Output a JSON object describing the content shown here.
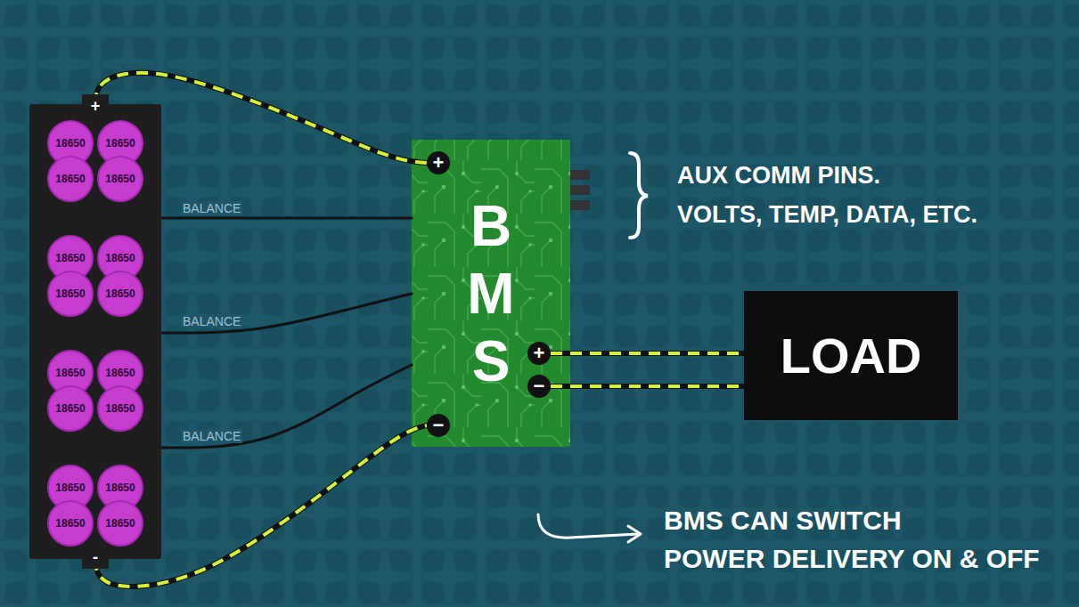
{
  "diagram": {
    "nodes": [
      {
        "text": [
          "+",
          "-"
        ]
      },
      {
        "text": [
          "18650"
        ],
        "in": 0
      },
      {
        "text": [
          "18650"
        ],
        "in": 0
      },
      {
        "text": [
          "18650"
        ],
        "in": 0
      },
      {
        "text": [
          "18650"
        ],
        "in": 0
      },
      {
        "text": [
          "18650"
        ],
        "in": 0
      },
      {
        "text": [
          "18650"
        ],
        "in": 0
      },
      {
        "text": [
          "18650"
        ],
        "in": 0
      },
      {
        "text": [
          "18650"
        ],
        "in": 0
      },
      {
        "text": [
          "18650"
        ],
        "in": 0
      },
      {
        "text": [
          "18650"
        ],
        "in": 0
      },
      {
        "text": [
          "18650"
        ],
        "in": 0
      },
      {
        "text": [
          "18650"
        ],
        "in": 0
      },
      {
        "text": [
          "18650"
        ],
        "in": 0
      },
      {
        "text": [
          "18650"
        ],
        "in": 0
      },
      {
        "text": [
          "18650"
        ],
        "in": 0
      },
      {
        "text": [
          "18650"
        ],
        "in": 0
      },
      {
        "text": [
          "B M S"
        ]
      },
      {
        "text": [
          "+"
        ],
        "in": 17
      },
      {
        "text": [
          "+"
        ],
        "in": 17
      },
      {
        "text": [
          "−"
        ],
        "in": 17
      },
      {
        "text": [
          "−"
        ],
        "in": 17
      },
      {
        "text": [
          "LOAD"
        ]
      }
    ],
    "edges": [
      {
        "from": 0,
        "to": 18,
        "arrow": "none"
      },
      {
        "from": 0,
        "to": 17,
        "label": "BALANCE",
        "arrow": "none"
      },
      {
        "from": 0,
        "to": 17,
        "label": "BALANCE",
        "arrow": "none"
      },
      {
        "from": 0,
        "to": 17,
        "label": "BALANCE",
        "arrow": "none"
      },
      {
        "from": 0,
        "to": 21,
        "arrow": "none"
      },
      {
        "from": 19,
        "to": 22,
        "arrow": "none"
      },
      {
        "from": 20,
        "to": 22,
        "arrow": "none"
      }
    ],
    "labels": [
      "AUX COMM PINS.",
      "VOLTS, TEMP, DATA, ETC.",
      "BMS CAN SWITCH",
      "POWER DELIVERY ON & OFF"
    ]
  }
}
